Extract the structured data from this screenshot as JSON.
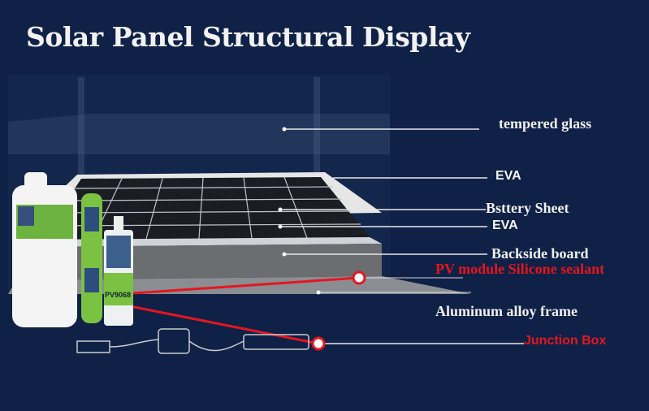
{
  "title": "Solar Panel Structural Display",
  "labels": {
    "tempered_glass": "tempered glass",
    "eva_top": "EVA",
    "battery_sheet": "Bsttery Sheet",
    "eva_bottom": "EVA",
    "backside_board": "Backside board",
    "sealant": "PV module Silicone sealant",
    "frame": "Aluminum alloy frame",
    "junction_box": "Junction Box"
  },
  "product": {
    "model": "PV9068"
  },
  "colors": {
    "background": "#0f2147",
    "accent_red": "#e5161e",
    "label_green": "#7cc242"
  }
}
